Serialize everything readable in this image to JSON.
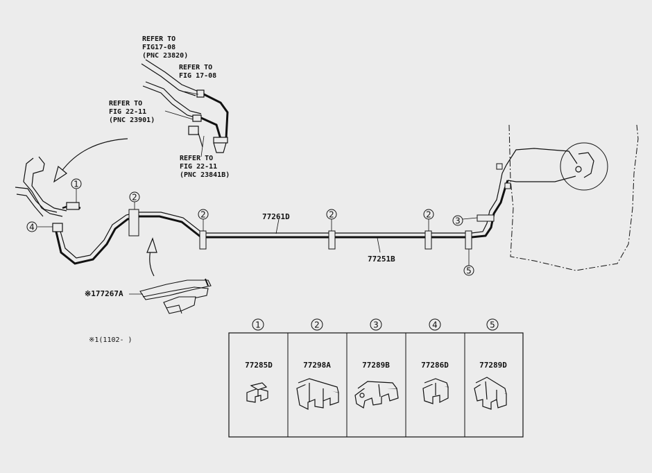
{
  "refs": {
    "r1": [
      "REFER TO",
      "FIG17-08",
      "(PNC 23820)"
    ],
    "r2": [
      "REFER TO",
      "FIG 17-08"
    ],
    "r3": [
      "REFER TO",
      "FIG 22-11",
      "(PNC 23901)"
    ],
    "r4": [
      "REFER TO",
      "FIG 22-11",
      "(PNC 23841B)"
    ]
  },
  "parts": {
    "main_upper": "77261D",
    "main_lower": "77251B",
    "bracket": "※177267A",
    "note": "※1(1102-  )"
  },
  "callouts": {
    "c1": "1",
    "c2": "2",
    "c3": "3",
    "c4": "4",
    "c5": "5"
  },
  "legend": [
    {
      "num": "1",
      "part": "77285D"
    },
    {
      "num": "2",
      "part": "77298A"
    },
    {
      "num": "3",
      "part": "77289B"
    },
    {
      "num": "4",
      "part": "77286D"
    },
    {
      "num": "5",
      "part": "77289D"
    }
  ],
  "colors": {
    "ink": "#111111",
    "background": "#ececec"
  }
}
